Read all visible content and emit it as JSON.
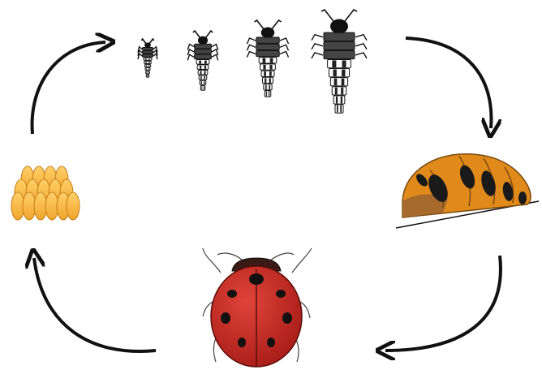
{
  "diagram": {
    "kind": "cycle",
    "stages": [
      {
        "name": "larva-instars",
        "icon": "larva-icon",
        "count": 4
      },
      {
        "name": "pupa",
        "icon": "pupa-icon"
      },
      {
        "name": "adult",
        "icon": "ladybug-icon"
      },
      {
        "name": "eggs",
        "icon": "egg-cluster-icon"
      }
    ],
    "arrows": 4,
    "colors": {
      "stroke": "#111111",
      "egg": "#f4b23c",
      "egg_edge": "#c77d14",
      "pupa": "#e08a1c",
      "pupa_shadow": "#a66a2d",
      "pupa_spot": "#1a1a1a",
      "ladybug_body": "#cc2a24",
      "ladybug_head": "#3a1a14",
      "ladybug_spot": "#111111"
    }
  }
}
